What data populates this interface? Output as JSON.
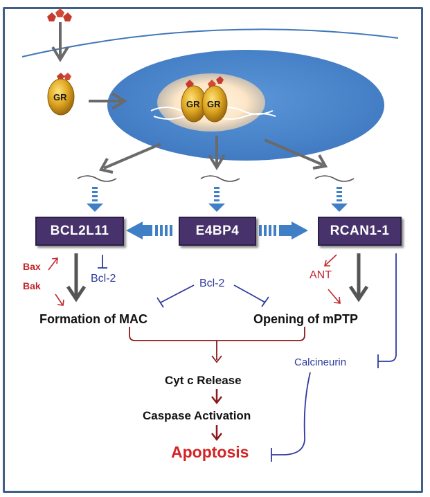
{
  "receptor": {
    "label": "GR"
  },
  "genes": {
    "left": "BCL2L11",
    "center": "E4BP4",
    "right": "RCAN1-1"
  },
  "modulators": {
    "bax": "Bax",
    "bak": "Bak",
    "bcl2_left": "Bcl-2",
    "bcl2_center": "Bcl-2",
    "ant": "ANT",
    "calcineurin": "Calcineurin"
  },
  "processes": {
    "mac": "Formation of MAC",
    "mptp": "Opening of mPTP",
    "cytc": "Cyt c Release",
    "caspase": "Caspase Activation",
    "apoptosis": "Apoptosis"
  },
  "colors": {
    "frame": "#3e5f86",
    "nucleus": "#4a86cc",
    "gene_box": "#48326c",
    "red_text": "#c0262e",
    "blue_text": "#2e3a9c",
    "dark_red_line": "#8b1a1a",
    "blue_arrow": "#3f7fc6",
    "grey_arrow": "#5f5f5f",
    "gr_gold": "#d6a21f",
    "ligand": "#c0302e"
  }
}
